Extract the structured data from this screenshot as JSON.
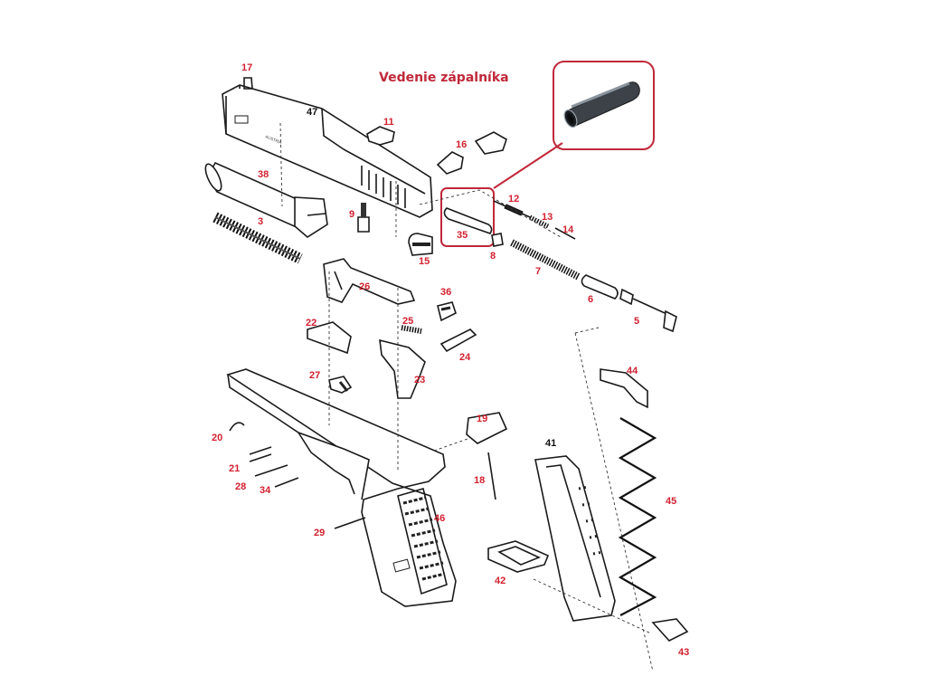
{
  "title": "Vedenie zápalníka",
  "colors": {
    "title": "#c0283a",
    "labels": "#d2202f",
    "callout": "#c0283a",
    "line_art": "#1a1a1a"
  },
  "parts": {
    "p17": "17",
    "p47": "47",
    "p11": "11",
    "p16": "16",
    "p38": "38",
    "p3": "3",
    "p9": "9",
    "p15": "15",
    "p35": "35",
    "p8": "8",
    "p12": "12",
    "p13": "13",
    "p14": "14",
    "p7": "7",
    "p6": "6",
    "p5": "5",
    "p26": "26",
    "p36": "36",
    "p22": "22",
    "p25": "25",
    "p24": "24",
    "p27": "27",
    "p23": "23",
    "p44": "44",
    "p20": "20",
    "p19": "19",
    "p41": "41",
    "p21": "21",
    "p28": "28",
    "p34": "34",
    "p18": "18",
    "p45": "45",
    "p46": "46",
    "p29": "29",
    "p42": "42",
    "p43": "43"
  },
  "slide_marking": "AUSTRIA"
}
